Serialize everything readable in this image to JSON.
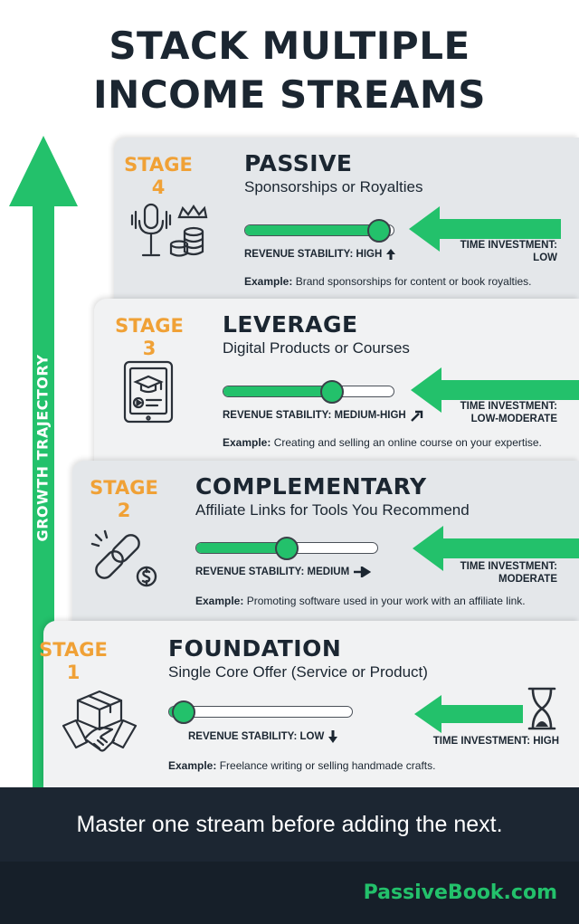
{
  "title": {
    "line1": "STACK MULTIPLE",
    "line2": "INCOME STREAMS"
  },
  "growth_label": "GROWTH TRAJECTORY",
  "colors": {
    "accent": "#23c16b",
    "stage_num": "#f0a136",
    "dark": "#1b2631"
  },
  "stages": [
    {
      "stage_label": "STAGE",
      "stage_number": "4",
      "name": "PASSIVE",
      "subtitle": "Sponsorships or Royalties",
      "revenue_stability": "REVENUE STABILITY: HIGH",
      "stability_level": 0.9,
      "time_investment_line1": "TIME INVESTMENT:",
      "time_investment_line2": "LOW",
      "example_label": "Example:",
      "example_text": " Brand sponsorships for content or book royalties.",
      "icon": "microphone-crown-coins-icon"
    },
    {
      "stage_label": "STAGE",
      "stage_number": "3",
      "name": "LEVERAGE",
      "subtitle": "Digital Products or Courses",
      "revenue_stability": "REVENUE STABILITY: MEDIUM-HIGH",
      "stability_level": 0.64,
      "time_investment_line1": "TIME INVESTMENT:",
      "time_investment_line2": "LOW-MODERATE",
      "example_label": "Example:",
      "example_text": " Creating and selling an online course on your expertise.",
      "icon": "tablet-course-icon"
    },
    {
      "stage_label": "STAGE",
      "stage_number": "2",
      "name": "COMPLEMENTARY",
      "subtitle": "Affiliate Links for Tools You Recommend",
      "revenue_stability": "REVENUE STABILITY: MEDIUM",
      "stability_level": 0.5,
      "time_investment_line1": "TIME INVESTMENT:",
      "time_investment_line2": "MODERATE",
      "example_label": "Example:",
      "example_text": " Promoting software used in your work with an affiliate link.",
      "icon": "chain-link-dollar-icon"
    },
    {
      "stage_label": "STAGE",
      "stage_number": "1",
      "name": "FOUNDATION",
      "subtitle": "Single Core Offer (Service or Product)",
      "revenue_stability": "REVENUE STABILITY: LOW",
      "stability_level": 0.08,
      "time_investment_line1": "TIME INVESTMENT: HIGH",
      "time_investment_line2": "",
      "example_label": "Example:",
      "example_text": " Freelance writing or selling handmade crafts.",
      "icon": "box-handshake-icon"
    }
  ],
  "footer_tagline": "Master one stream before adding the next.",
  "brand": "PassiveBook.com"
}
